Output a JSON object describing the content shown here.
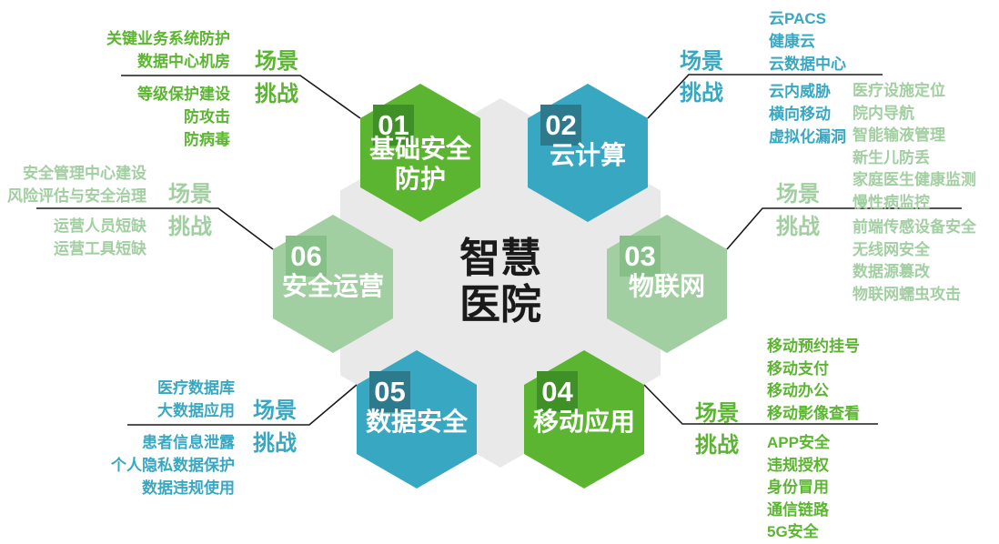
{
  "title": {
    "line1": "智慧",
    "line2": "医院"
  },
  "section_labels": {
    "scene": "场景",
    "challenge": "挑战"
  },
  "colors": {
    "green": "#5cb531",
    "green-dark": "#3f9027",
    "teal": "#38a8c2",
    "teal-dark": "#2c7a8c",
    "lgreen": "#a2cfa1",
    "lgreen-dark": "#86bf87",
    "gray": "#e9e9e9",
    "ink": "#1a1a1a"
  },
  "hex01": {
    "number": "01",
    "title1": "基础安全",
    "title2": "防护",
    "scenarios": [
      "关键业务系统防护",
      "数据中心机房"
    ],
    "challenges": [
      "等级保护建设",
      "防攻击",
      "防病毒"
    ]
  },
  "hex02": {
    "number": "02",
    "title1": "云计算",
    "scenarios": [
      "云PACS",
      "健康云",
      "云数据中心"
    ],
    "challenges": [
      "云内威胁",
      "横向移动",
      "虚拟化漏洞"
    ]
  },
  "hex03": {
    "number": "03",
    "title1": "物联网",
    "scenarios": [
      "医疗设施定位",
      "院内导航",
      "智能输液管理",
      "新生儿防丢",
      "家庭医生健康监测",
      "慢性病监控"
    ],
    "challenges": [
      "前端传感设备安全",
      "无线网安全",
      "数据源篡改",
      "物联网蠕虫攻击"
    ]
  },
  "hex04": {
    "number": "04",
    "title1": "移动应用",
    "scenarios": [
      "移动预约挂号",
      "移动支付",
      "移动办公",
      "移动影像查看"
    ],
    "challenges": [
      "APP安全",
      "违规授权",
      "身份冒用",
      "通信链路",
      "5G安全"
    ]
  },
  "hex05": {
    "number": "05",
    "title1": "数据安全",
    "scenarios": [
      "医疗数据库",
      "大数据应用"
    ],
    "challenges": [
      "患者信息泄露",
      "个人隐私数据保护",
      "数据违规使用"
    ]
  },
  "hex06": {
    "number": "06",
    "title1": "安全运营",
    "scenarios": [
      "安全管理中心建设",
      "风险评估与安全治理"
    ],
    "challenges": [
      "运营人员短缺",
      "运营工具短缺"
    ]
  }
}
